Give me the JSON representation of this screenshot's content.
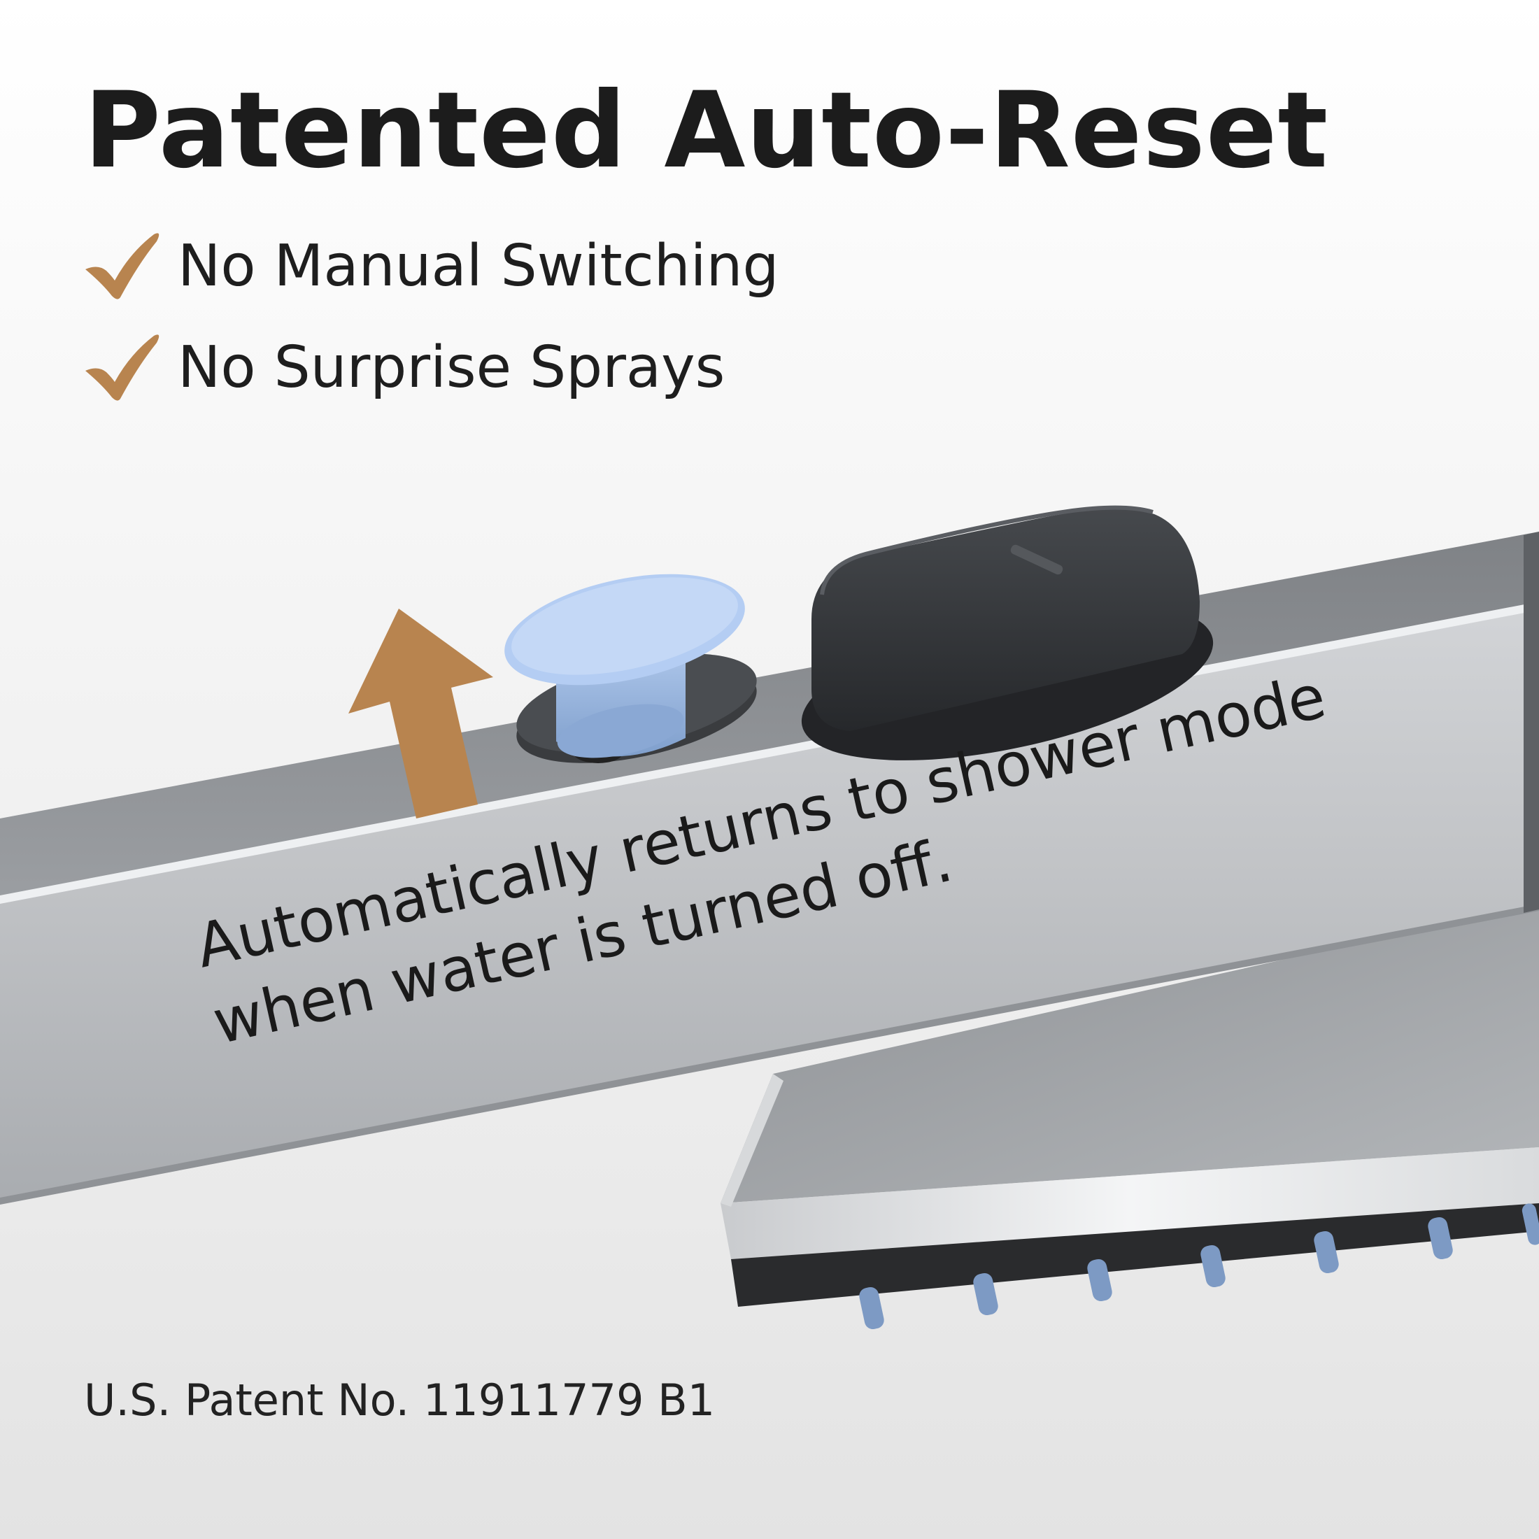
{
  "headline": "Patented Auto-Reset",
  "features": [
    {
      "label": "No Manual Switching",
      "icon": "check-icon"
    },
    {
      "label": "No Surprise Sprays",
      "icon": "check-icon"
    }
  ],
  "caption": {
    "line1": "Automatically returns to shower mode",
    "line2": "when water is turned off."
  },
  "patent_note": "U.S. Patent No. 11911779 B1",
  "colors": {
    "accent": "#B8844F",
    "button_blue": "#9DB9E3",
    "knob": "#2E3033",
    "steel": "#B9BCC0"
  }
}
